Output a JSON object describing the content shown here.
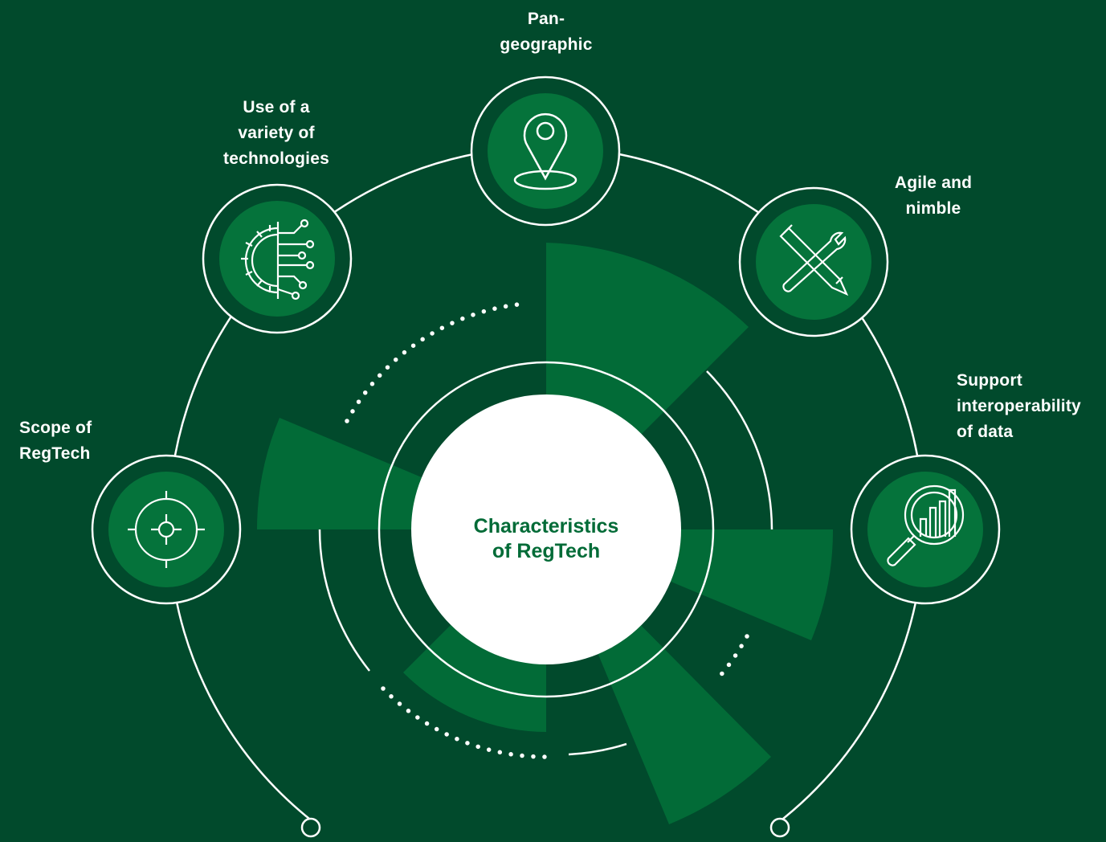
{
  "center": {
    "title": "Characteristics\nof RegTech"
  },
  "nodes": [
    {
      "id": "pan-geographic",
      "label": "Pan-\ngeographic",
      "icon": "location-pin-icon"
    },
    {
      "id": "variety-of-technologies",
      "label": "Use of a\nvariety of\ntechnologies",
      "icon": "gear-circuit-icon"
    },
    {
      "id": "agile-and-nimble",
      "label": "Agile and\nnimble",
      "icon": "pencil-wrench-icon"
    },
    {
      "id": "scope-of-regtech",
      "label": "Scope of\nRegTech",
      "icon": "target-crosshair-icon"
    },
    {
      "id": "interoperability-of-data",
      "label": "Support\ninteroperability\nof data",
      "icon": "magnifier-chart-icon"
    }
  ],
  "colors": {
    "background": "#014a2c",
    "accent": "#026b37",
    "node_ring": "#05733b",
    "line": "#ffffff"
  }
}
